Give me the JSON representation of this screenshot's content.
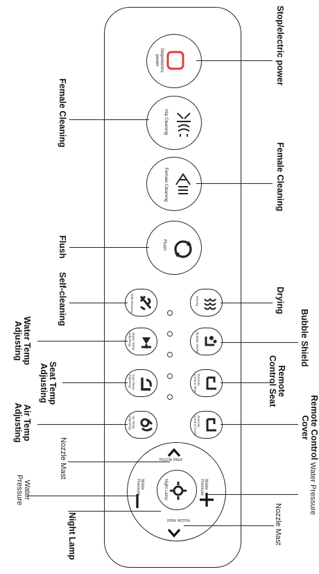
{
  "buttons": {
    "stop": "Stop/electric power",
    "hip": "Hip Cleaning",
    "female": "Female Cleaning",
    "flush": "Flush",
    "self_cleaning": "Self-cleaning",
    "drying": "Drying",
    "water_temp": "Water Temp Adjusting",
    "bubble": "Bubble Shield",
    "seat_temp": "Seat Temp Adjusting",
    "remote_seat": "Remote Control Seat",
    "air_temp": "Air Temp Adjusting",
    "remote_cover": "Remote Control Cover",
    "nozzle_top": "Nozzle Mast",
    "nozzle_bottom": "Nozzle Mast",
    "water_pressure_left": "Water Pressure",
    "water_pressure_right": "Water Pressure",
    "night_lamp": "Night Lamp"
  },
  "labels": {
    "stop": "Stop/electric power",
    "female_left": "Female Cleaning",
    "female_right": "Female Cleaning",
    "flush": "Flush",
    "self_cleaning": "Self-cleaning",
    "drying": "Drying",
    "water_temp": "Water Temp Adjusting",
    "bubble": "Bubble Shield",
    "seat_temp": "Seat Temp Adjusting",
    "remote_seat": "Remote Control Seat",
    "air_temp": "Air Temp Adjusting",
    "remote_cover": "Remote Control Cover",
    "nozzle_left": "Nozzle Mast",
    "nozzle_right": "Nozzle Mast",
    "water_pressure_left": "Water Pressure",
    "water_pressure_right": "Water Pressure",
    "night_lamp": "Night Lamp"
  },
  "stop_color": "#e23b3b"
}
